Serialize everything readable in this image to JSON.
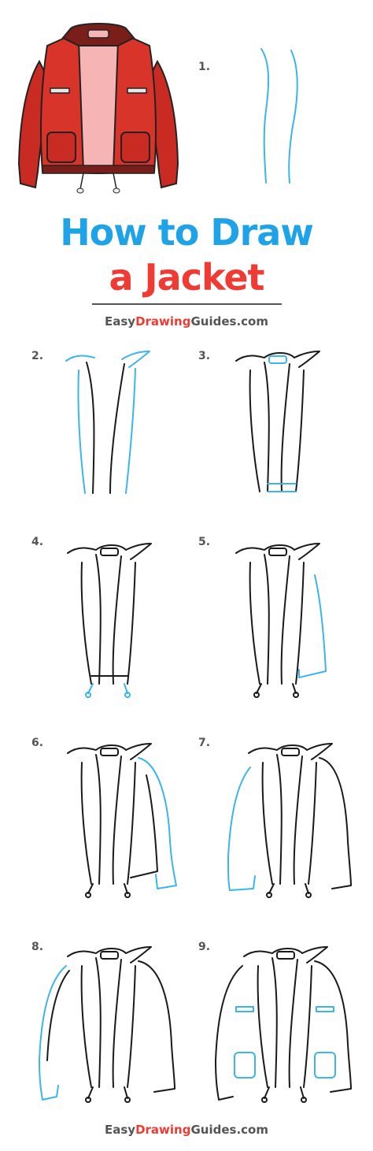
{
  "title": {
    "line1": "How to Draw",
    "line2": "a Jacket"
  },
  "brand": {
    "part1": "Easy",
    "part2": "Drawing",
    "part3": "Guides",
    "part4": ".com"
  },
  "steps": [
    "1.",
    "2.",
    "3.",
    "4.",
    "5.",
    "6.",
    "7.",
    "8.",
    "9."
  ],
  "colors": {
    "title_blue": "#1fa3e8",
    "title_red": "#ef3b33",
    "guide_blue": "#3cb4ec",
    "jacket_red": "#d8342a",
    "lining_pink": "#f6b4b4",
    "collar_dark": "#7a1e1a"
  }
}
